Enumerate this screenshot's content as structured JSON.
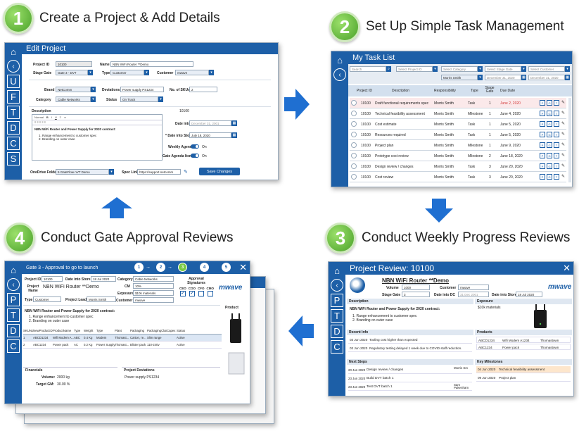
{
  "steps": [
    {
      "num": "1",
      "title": "Create a Project & Add Details"
    },
    {
      "num": "2",
      "title": "Set Up Simple Task Management"
    },
    {
      "num": "3",
      "title": "Conduct Weekly Progress Reviews"
    },
    {
      "num": "4",
      "title": "Conduct Gate Approval Reviews"
    }
  ],
  "colors": {
    "brand": "#1d5fa7",
    "accent_green": "#4aa12a",
    "arrow": "#1f6fd1",
    "header_band": "#dfe7f1"
  },
  "edit_project": {
    "title": "Edit Project",
    "sidebar_letters": [
      "U",
      "F",
      "T",
      "D",
      "C",
      "S"
    ],
    "labels": {
      "project_id": "Project ID",
      "name": "Name",
      "stage_gate": "Stage Gate",
      "type": "Type",
      "customer": "Customer",
      "brand": "Brand",
      "deviations": "Deviations",
      "no_skus": "No. of SKUs",
      "category": "Category",
      "status": "Status",
      "description": "Description",
      "date_into_dc": "Date into DC",
      "date_into_store": "* Date into Store",
      "weekly_agenda": "Weekly Agenda",
      "gate_agenda_item": "Gate Agenda Item",
      "onedrive_folder": "OneDrive Folder",
      "spec_link": "Spec Link"
    },
    "values": {
      "project_id": "10100",
      "name": "NBN WiFi Router **Demo",
      "stage_gate": "Gate 3 - DVT",
      "type": "Customer",
      "customer": "mwave",
      "brand": "NetComm",
      "deviations": "Power supply PS1234",
      "no_skus": "2",
      "category": "Cable Networks",
      "status": "On Track",
      "desc_id": "10100",
      "date_into_dc": "December 31, 2001",
      "date_into_store": "July 18, 2020",
      "toggle_on": "On",
      "onedrive_folder": "5 GateFlow nVT Demo",
      "spec_link": "https://support.netcomm"
    },
    "rte": {
      "format": "Normal",
      "body_title": "NBN WiFi Router and Power Supply for 2020 contract:",
      "items": [
        "1. Range enhancement to customer spec",
        "2. Branding on outer case"
      ]
    },
    "save_label": "Save Changes"
  },
  "task_list": {
    "title": "My Task List",
    "filters": {
      "search": "Search",
      "project_id": "Select Project ID",
      "category": "Select Category",
      "stage_gate": "Select Stage Gate",
      "customer": "Select Customer",
      "person": "Morris Smith",
      "date_from": "December 31, 2020",
      "date_to": "December 31, 2020"
    },
    "columns": [
      "Project ID",
      "Description",
      "Responsibility",
      "Type",
      "Stage Gate",
      "Due Date"
    ],
    "rows": [
      {
        "id": "10100",
        "desc": "Draft functional requirements spec",
        "resp": "Morris Smith",
        "type": "Task",
        "gate": "1",
        "due": "June 2, 2020",
        "late": true
      },
      {
        "id": "10100",
        "desc": "Technical feasibility assessment",
        "resp": "Morris Smith",
        "type": "Milestone",
        "gate": "1",
        "due": "June 4, 2020",
        "late": false
      },
      {
        "id": "10100",
        "desc": "Cost estimate",
        "resp": "Morris Smith",
        "type": "Task",
        "gate": "1",
        "due": "June 5, 2020",
        "late": false
      },
      {
        "id": "10100",
        "desc": "Resources required",
        "resp": "Morris Smith",
        "type": "Task",
        "gate": "1",
        "due": "June 5, 2020",
        "late": false
      },
      {
        "id": "10100",
        "desc": "Project plan",
        "resp": "Morris Smith",
        "type": "Milestone",
        "gate": "1",
        "due": "June 9, 2020",
        "late": false
      },
      {
        "id": "10100",
        "desc": "Prototype cost review",
        "resp": "Morris Smith",
        "type": "Milestone",
        "gate": "2",
        "due": "June 18, 2020",
        "late": false
      },
      {
        "id": "10100",
        "desc": "Design review / changes",
        "resp": "Morris Smith",
        "type": "Task",
        "gate": "3",
        "due": "June 20, 2020",
        "late": false
      },
      {
        "id": "10100",
        "desc": "Cost review",
        "resp": "Morris Smith",
        "type": "Task",
        "gate": "3",
        "due": "June 20, 2020",
        "late": false
      }
    ],
    "row_actions": [
      "P",
      "G",
      "T"
    ]
  },
  "review": {
    "title": "Project Review: 10100",
    "sidebar_letters": [
      "P",
      "T",
      "D",
      "C"
    ],
    "name": "NBN WiFi Router **Demo",
    "labels": {
      "volume": "Volume",
      "customer": "Customer",
      "stage_gate": "Stage Gate",
      "date_into_dc": "Date into DC",
      "date_into_store": "Date into Store",
      "description": "Description",
      "exposure": "Exposure",
      "recent_info": "Recent Info",
      "products": "Products",
      "next_steps": "Next Steps",
      "key_milestones": "Key Milestones"
    },
    "values": {
      "volume": "1000",
      "customer": "mwave",
      "stage_gate": "3",
      "date_into_dc": "31 Dec 2001",
      "date_into_store": "18 Jul 2020",
      "exposure": "$10k materials"
    },
    "logo": "mwave",
    "desc_title": "NBN WiFi Router and Power Supply for 2020 contract:",
    "desc_items": [
      "1. Range enhancement to customer spec",
      "2. Branding on outer case"
    ],
    "recent_info": [
      {
        "date": "03 Jun 2020",
        "text": "Tooling cost higher than expected"
      },
      {
        "date": "03 Jun 2020",
        "text": "Regulatory testing delayed 1 week due to COVID staff reduction."
      }
    ],
    "products": [
      {
        "code": "ABCD1234",
        "name": "Wifi Modem A1234",
        "brand": "Thomastown"
      },
      {
        "code": "ABC1234",
        "name": "Power pack",
        "brand": "Thomastown"
      }
    ],
    "next_steps": [
      {
        "date": "20 Jun 2020",
        "text": "Design review / changes",
        "who": "Morris Sm"
      },
      {
        "date": "23 Jun 2020",
        "text": "Build DVT batch 1",
        "who": ""
      },
      {
        "date": "23 Jun 2020",
        "text": "Test DVT batch 1",
        "who": "Sam Pakenham"
      }
    ],
    "milestones": [
      {
        "date": "04 Jun 2020",
        "text": "Technical feasibility assessment"
      },
      {
        "date": "09 Jun 2020",
        "text": "Project plan"
      }
    ]
  },
  "gate": {
    "title": "Gate 3 - Approval to go to launch",
    "gate_steps": [
      "1",
      "2",
      "3",
      "4",
      "5"
    ],
    "sidebar_letters": [
      "P",
      "T",
      "D",
      "C"
    ],
    "labels": {
      "project_id": "Project ID",
      "date_into_store": "Date into Store",
      "project_name": "Project Name",
      "category": "Category",
      "cm": "CM",
      "exposure": "Exposure",
      "customer": "Customer",
      "type": "Type",
      "project_lead": "Project Lead",
      "approval": "Approval Signatures",
      "product": "Product",
      "financials": "Financials",
      "volume": "Volume:",
      "target_gm": "Target GM:",
      "project_deviations": "Project Deviations"
    },
    "values": {
      "project_id": "10100",
      "date_into_store": "18 Jul 2020",
      "project_name": "NBN WiFi Router **Demo",
      "category": "Cable Networks",
      "cm": "10%",
      "exposure": "$10k materials",
      "customer": "mwave",
      "type": "Customer",
      "project_lead": "Morris Smith",
      "volume": "2000 kg",
      "target_gm": "30.00 %",
      "deviation": "Power supply PS1234"
    },
    "signers": [
      "CEO",
      "COO",
      "CFO",
      "CMO"
    ],
    "logo": "mwave",
    "desc_title": "NBN WiFi Router and Power Supply for 2020 contract:",
    "desc_items": [
      "1. Range enhancement to customer spec",
      "2. Branding on outer case"
    ],
    "sku_columns": [
      "SKUNo",
      "NewProductID",
      "ProductName",
      "Type",
      "Weight",
      "Type",
      "Plant",
      "Packaging",
      "PackagingClaims",
      "Capex",
      "Status"
    ],
    "sku_rows": [
      [
        "1",
        "ABCD1234",
        "Wifi Modem A...",
        "ABC",
        "0.4 Kg",
        "Modem",
        "Thomast...",
        "Carton, re...",
        "Slim range",
        "",
        "Active"
      ],
      [
        "2",
        "ABC1234",
        "Power pack",
        "AC",
        "0.2 Kg",
        "Power Supply",
        "Thomast...",
        "Blister pack",
        "110-240v",
        "",
        "Active"
      ]
    ]
  }
}
